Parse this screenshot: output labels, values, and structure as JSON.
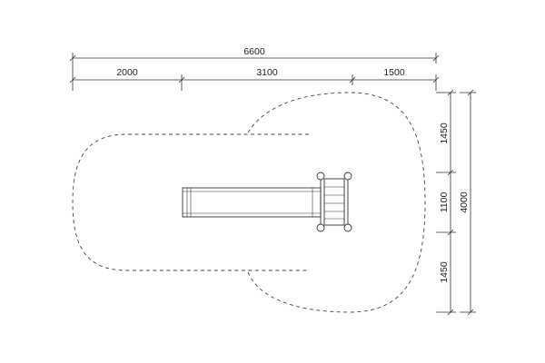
{
  "dimensions": {
    "overall_width": "6600",
    "segment_1": "2000",
    "segment_2": "3100",
    "segment_3": "1500",
    "right_top": "1450",
    "right_middle": "1100",
    "right_bottom": "1450",
    "overall_height": "4000"
  }
}
